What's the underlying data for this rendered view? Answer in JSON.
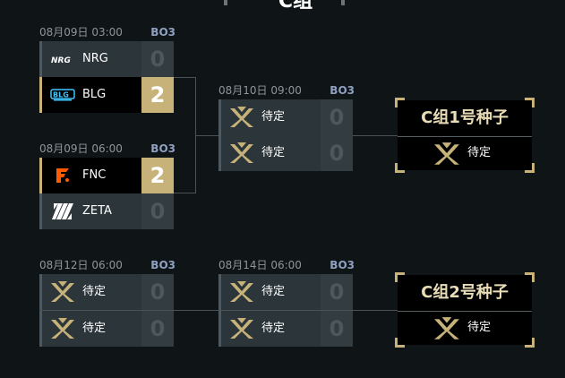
{
  "header": {
    "title": "C组"
  },
  "colors": {
    "background": "#0f1417",
    "gold": "#c7b27a",
    "row": "#2b353a",
    "bo_blue": "#8fa0c0"
  },
  "matches": {
    "m1": {
      "datetime": "08月09日 03:00",
      "format": "BO3",
      "teams": [
        {
          "name": "NRG",
          "score": "0",
          "icon": "nrg-logo-icon"
        },
        {
          "name": "BLG",
          "score": "2",
          "icon": "blg-logo-icon"
        }
      ]
    },
    "m2": {
      "datetime": "08月09日 06:00",
      "format": "BO3",
      "teams": [
        {
          "name": "FNC",
          "score": "2",
          "icon": "fnc-logo-icon"
        },
        {
          "name": "ZETA",
          "score": "0",
          "icon": "zeta-logo-icon"
        }
      ]
    },
    "m3": {
      "datetime": "08月10日 09:00",
      "format": "BO3",
      "teams": [
        {
          "name": "待定",
          "score": "0",
          "icon": "valorant-champions-icon"
        },
        {
          "name": "待定",
          "score": "0",
          "icon": "valorant-champions-icon"
        }
      ]
    },
    "m4": {
      "datetime": "08月12日 06:00",
      "format": "BO3",
      "teams": [
        {
          "name": "待定",
          "score": "0",
          "icon": "valorant-champions-icon"
        },
        {
          "name": "待定",
          "score": "0",
          "icon": "valorant-champions-icon"
        }
      ]
    },
    "m5": {
      "datetime": "08月14日 06:00",
      "format": "BO3",
      "teams": [
        {
          "name": "待定",
          "score": "0",
          "icon": "valorant-champions-icon"
        },
        {
          "name": "待定",
          "score": "0",
          "icon": "valorant-champions-icon"
        }
      ]
    }
  },
  "seeds": [
    {
      "title": "C组1号种子",
      "team": "待定",
      "icon": "valorant-champions-icon"
    },
    {
      "title": "C组2号种子",
      "team": "待定",
      "icon": "valorant-champions-icon"
    }
  ],
  "logos": {
    "nrg": "NRG",
    "blg": "BLG"
  }
}
